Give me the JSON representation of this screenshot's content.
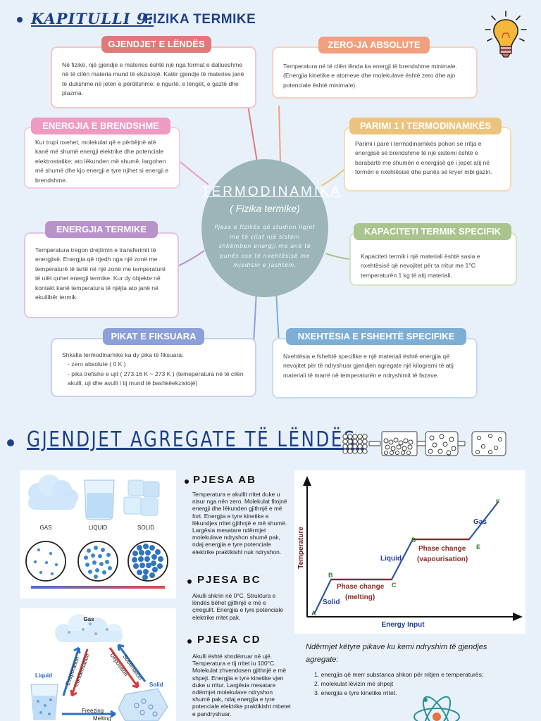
{
  "header": {
    "chapter_label": "KAPITULLI 9:",
    "chapter_title": "FIZIKA TERMIKE"
  },
  "center": {
    "title": "TERMODINAMIKA",
    "subtitle": "( Fizika termike)",
    "description": "Pjesa e fizikës që studion ligjet me të cilat një sistem shkëmben energji me anë të punës ose të nxehtësisë me mjedisin e jashtëm."
  },
  "cards": {
    "gjendjet": {
      "title": "GJENDJET E LËNDËS",
      "text": "Në fizikë, një gjendje e materies është një nga format e dallueshme në të cilën materia mund të ekzistojë. Katër gjendje të materies janë të dukshme në jetën e përditshme: e ngurtë, e lëngët, e gaztë dhe plazma."
    },
    "zero": {
      "title": "ZERO-JA ABSOLUTE",
      "text": "Temperatura në të cilën lënda ka energji të brendshme minimale. (Energjia kinetike e atomeve dhe molekulave është zero dhe ajo potenciale është minimale)."
    },
    "brendshme": {
      "title": "ENERGJIA E BRENDSHME",
      "text": "Kur trupi nxehet, molekulat që e përbëjnë atë kanë më shumë energji elektrike dhe potenciale elektrostatike; ato lëkunden më shumë, largohen më shumë dhe kjo energji e tyre njihet si energji e brendshme."
    },
    "parimi": {
      "title": "PARIMI 1 I TERMODINAMIKËS",
      "text": "Parimi i parë i termodinamikës pohon se rritja e energjisë së brendshme të një sistemi është e barabartë me shumën e energjisë që i jepet atij në formën e nxehtësisë dhe punës së kryer mbi gazin."
    },
    "termike": {
      "title": "ENERGJIA TERMIKE",
      "text": "Temperatura tregon drejtimin e transferimit të energjisë. Energjia që rrjedh nga një zonë me temperaturë të lartë në një zonë me temperaturë të ulët quhet energji termike. Kur dy objekte në kontakt kanë temperatura të njëjta ato janë në ekuilibër termik."
    },
    "kapaciteti": {
      "title": "KAPACITETI TERMIK SPECIFIK",
      "text": "Kapaciteti termik i një materiali është sasia e nxehtësisë që nevojitet për ta rritur me 1°C temperaturën 1 kg të atij materiali."
    },
    "pikat": {
      "title": "PIKAT E FIKSUARA",
      "line1": "Shkalla termodinamike ka dy pika të fiksuara:",
      "line2": "- zero absolute ( 0 K )",
      "line3": "- pika trefishe e ujit ( 273.16 K ~ 273 K ) (temeperatura në të cilën akulli, uji dhe avulli i tij mund të bashkëekzistojë)"
    },
    "fshehte": {
      "title": "NXEHTËSIA E FSHEHTË SPECIFIKE",
      "text": "Nxehtësia e fshehtë specifike e një materiali është energjia që nevojitet për të ndryshuar gjendjen agregate një kilogrami të atij materiali të marrë në temperaturën e ndryshimit të fazave."
    }
  },
  "section2": {
    "title": "GJENDJET AGREGATE TË LËNDËS."
  },
  "states_panel": {
    "gas": "GAS",
    "liquid": "LIQUID",
    "solid": "SOLID"
  },
  "cycle_panel": {
    "gas": "Gas",
    "liquid": "Liquid",
    "solid": "Solid",
    "evaporation": "Evaporation",
    "condensation": "Condensation",
    "deposition": "Deposition",
    "sublimation": "Sublimation",
    "freezing": "Freezing",
    "melting": "Melting"
  },
  "pjesa": {
    "ab_title": "PJESA AB",
    "ab_text": "Temperatura e akullit rritet duke u nisur nga nën zero. Molekulat fitojnë energji dhe lëkunden gjithnjë e më fort. Energjia e tyre kinetike e lëkundjes rritet gjithnjë e më shumë. Largësia mesatare ndërmjet molekulave ndryshon shumë pak, ndaj energjia e tyre potenciale elektrike praktikisht nuk ndryshon.",
    "bc_title": "PJESA BC",
    "bc_text": "Akulli shkrin në 0°C. Struktura e lëndës bëhet gjithnjë e më e çrregullt. Energjia e tyre potenciale elektrike rritet pak.",
    "cd_title": "PJESA CD",
    "cd_text": "Akulli është shndërruar në ujë. Temperatura e tij rritet iu 100°C. Molekulat zhvendosen gjithnjë e më shpejt. Energjia e tyre kinetike vjen duke u rritur. Largësia mesatare ndërmjet molekulave ndryshon shumë pak, ndaj energjia e tyre potenciale elektrike praktikisht mbetet e pandryshuar."
  },
  "graph": {
    "ylabel": "Temperature",
    "xlabel": "Energy Input",
    "points": [
      "A",
      "B",
      "C",
      "D",
      "E",
      "F"
    ],
    "solid": "Solid",
    "liquid": "Liquid",
    "gas": "Gas",
    "phase1_a": "Phase change",
    "phase1_b": "(melting)",
    "phase2_a": "Phase change",
    "phase2_b": "(vapourisation)"
  },
  "notes": {
    "intro": "Ndërmjet këtyre pikave ku kemi ndryshim të gjendjes agregate:",
    "items": [
      "energjia që merr substanca shkon për rritjen e temperaturës;",
      "molekulat lëvizin më shpejt",
      "energjia e tyre kinetike rritet."
    ]
  },
  "colors": {
    "accent_blue": "#1d3f8c",
    "gjendjet": "#e07a7a",
    "zero": "#f0a07e",
    "brendshme": "#ee9ac2",
    "parimi": "#ecc37c",
    "termike": "#b992cc",
    "kapaciteti": "#a9c48c",
    "pikat": "#8c9fd9",
    "fshehte": "#7daed6",
    "center": "#9bb5b9",
    "curve": "#2d57a8",
    "phase": "#8e2a22"
  }
}
